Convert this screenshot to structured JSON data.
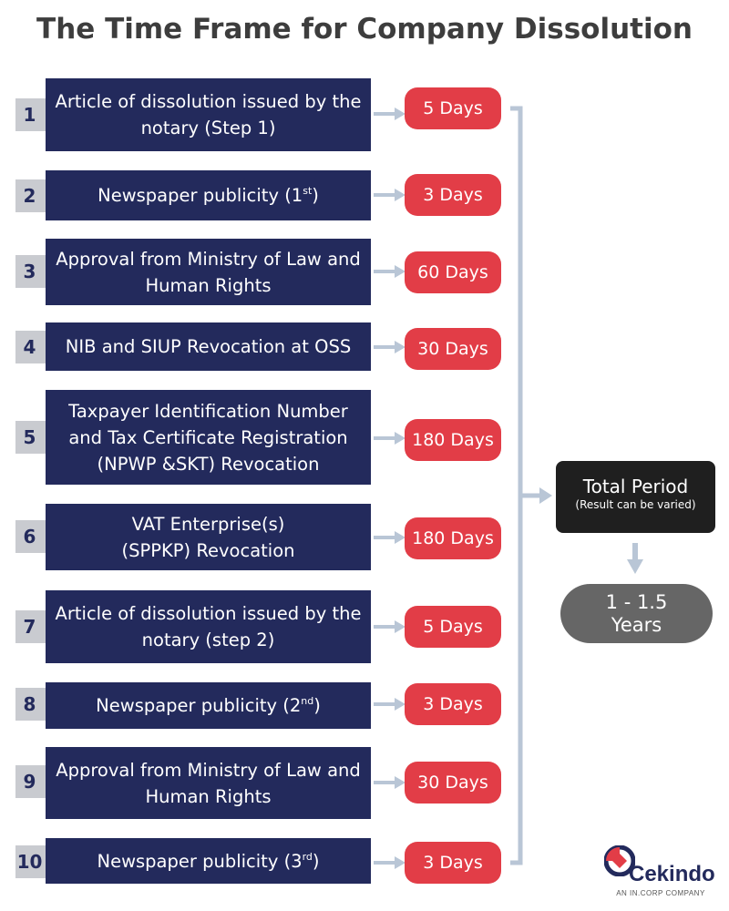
{
  "title": "The Time Frame for Company Dissolution",
  "steps": [
    {
      "num": "1",
      "text": "Article of dissolution issued by the notary (Step 1)",
      "duration": "5 Days"
    },
    {
      "num": "2",
      "text": "Newspaper publicity (1",
      "sup": "st",
      "text_after": ")",
      "duration": "3 Days"
    },
    {
      "num": "3",
      "text": "Approval from Ministry of Law and Human Rights",
      "duration": "60 Days"
    },
    {
      "num": "4",
      "text": "NIB and SIUP Revocation at OSS",
      "duration": "30 Days"
    },
    {
      "num": "5",
      "text": "Taxpayer Identification Number and Tax Certificate Registration (NPWP &SKT) Revocation",
      "duration": "180 Days"
    },
    {
      "num": "6",
      "text": "VAT Enterprise(s) (SPPKP) Revocation",
      "duration": "180 Days"
    },
    {
      "num": "7",
      "text": "Article of dissolution issued by the notary (step 2)",
      "duration": "5 Days"
    },
    {
      "num": "8",
      "text": "Newspaper publicity (2",
      "sup": "nd",
      "text_after": ")",
      "duration": "3 Days"
    },
    {
      "num": "9",
      "text": "Approval from Ministry of Law and Human Rights",
      "duration": "30 Days"
    },
    {
      "num": "10",
      "text": "Newspaper publicity (3",
      "sup": "rd",
      "text_after": ")",
      "duration": "3 Days"
    }
  ],
  "total": {
    "label": "Total Period",
    "note": "(Result can be varied)"
  },
  "result": {
    "line1": "1 - 1.5",
    "line2": "Years"
  },
  "logo": {
    "name": "Cekindo",
    "tagline": "AN IN.CORP COMPANY"
  },
  "colors": {
    "navy": "#232a5c",
    "red": "#e23d47",
    "connector": "#b9c6d6",
    "grey_tab": "#c9cbd0"
  }
}
